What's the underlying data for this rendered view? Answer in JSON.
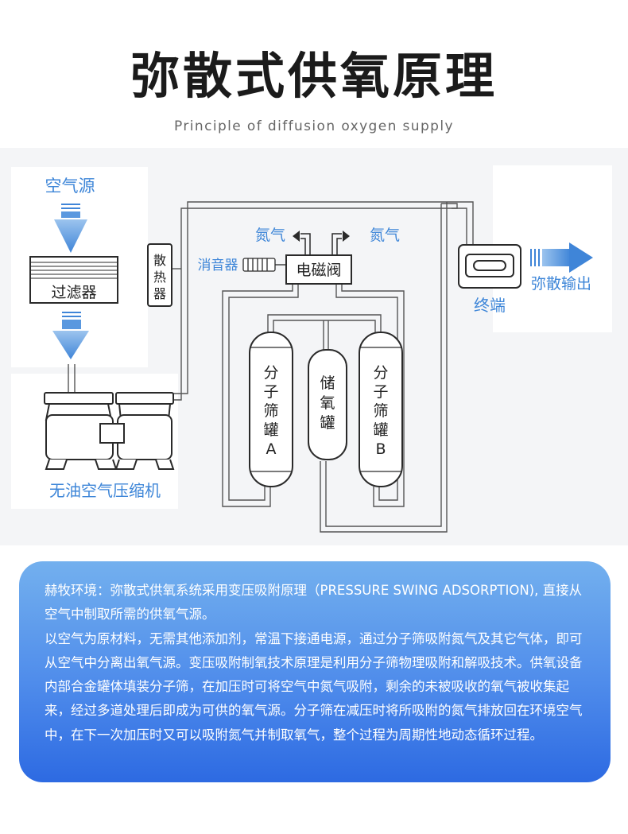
{
  "header": {
    "title": "弥散式供氧原理",
    "subtitle": "Principle of diffusion oxygen supply"
  },
  "diagram": {
    "air_source": "空气源",
    "filter": "过滤器",
    "radiator": "散热器",
    "compressor": "无油空气压缩机",
    "muffler": "消音器",
    "solenoid_valve": "电磁阀",
    "nitrogen_left": "氮气",
    "nitrogen_right": "氮气",
    "sieve_a": "分子筛罐A",
    "storage_tank": "储氧罐",
    "sieve_b": "分子筛罐B",
    "terminal": "终端",
    "output": "弥散输出"
  },
  "description": {
    "paragraph1": "赫牧环境：弥散式供氧系统采用变压吸附原理（PRESSURE SWING ADSORPTION), 直接从空气中制取所需的供氧气源。",
    "paragraph2": "以空气为原材料，无需其他添加剂，常温下接通电源，通过分子筛吸附氮气及其它气体，即可从空气中分离出氧气源。变压吸附制氧技术原理是利用分子筛物理吸附和解吸技术。供氧设备内部合金罐体填装分子筛，在加压时可将空气中氮气吸附，剩余的未被吸收的氧气被收集起来，经过多道处理后即成为可供的氧气源。分子筛在减压时将所吸附的氮气排放回在环境空气中，在下一次加压时又可以吸附氮气并制取氧气，整个过程为周期性地动态循环过程。"
  },
  "colors": {
    "accent_blue": "#3e86d8",
    "card_top": "#73b0ee",
    "card_bottom": "#2d6ae2",
    "outline": "#2a2a2a"
  }
}
